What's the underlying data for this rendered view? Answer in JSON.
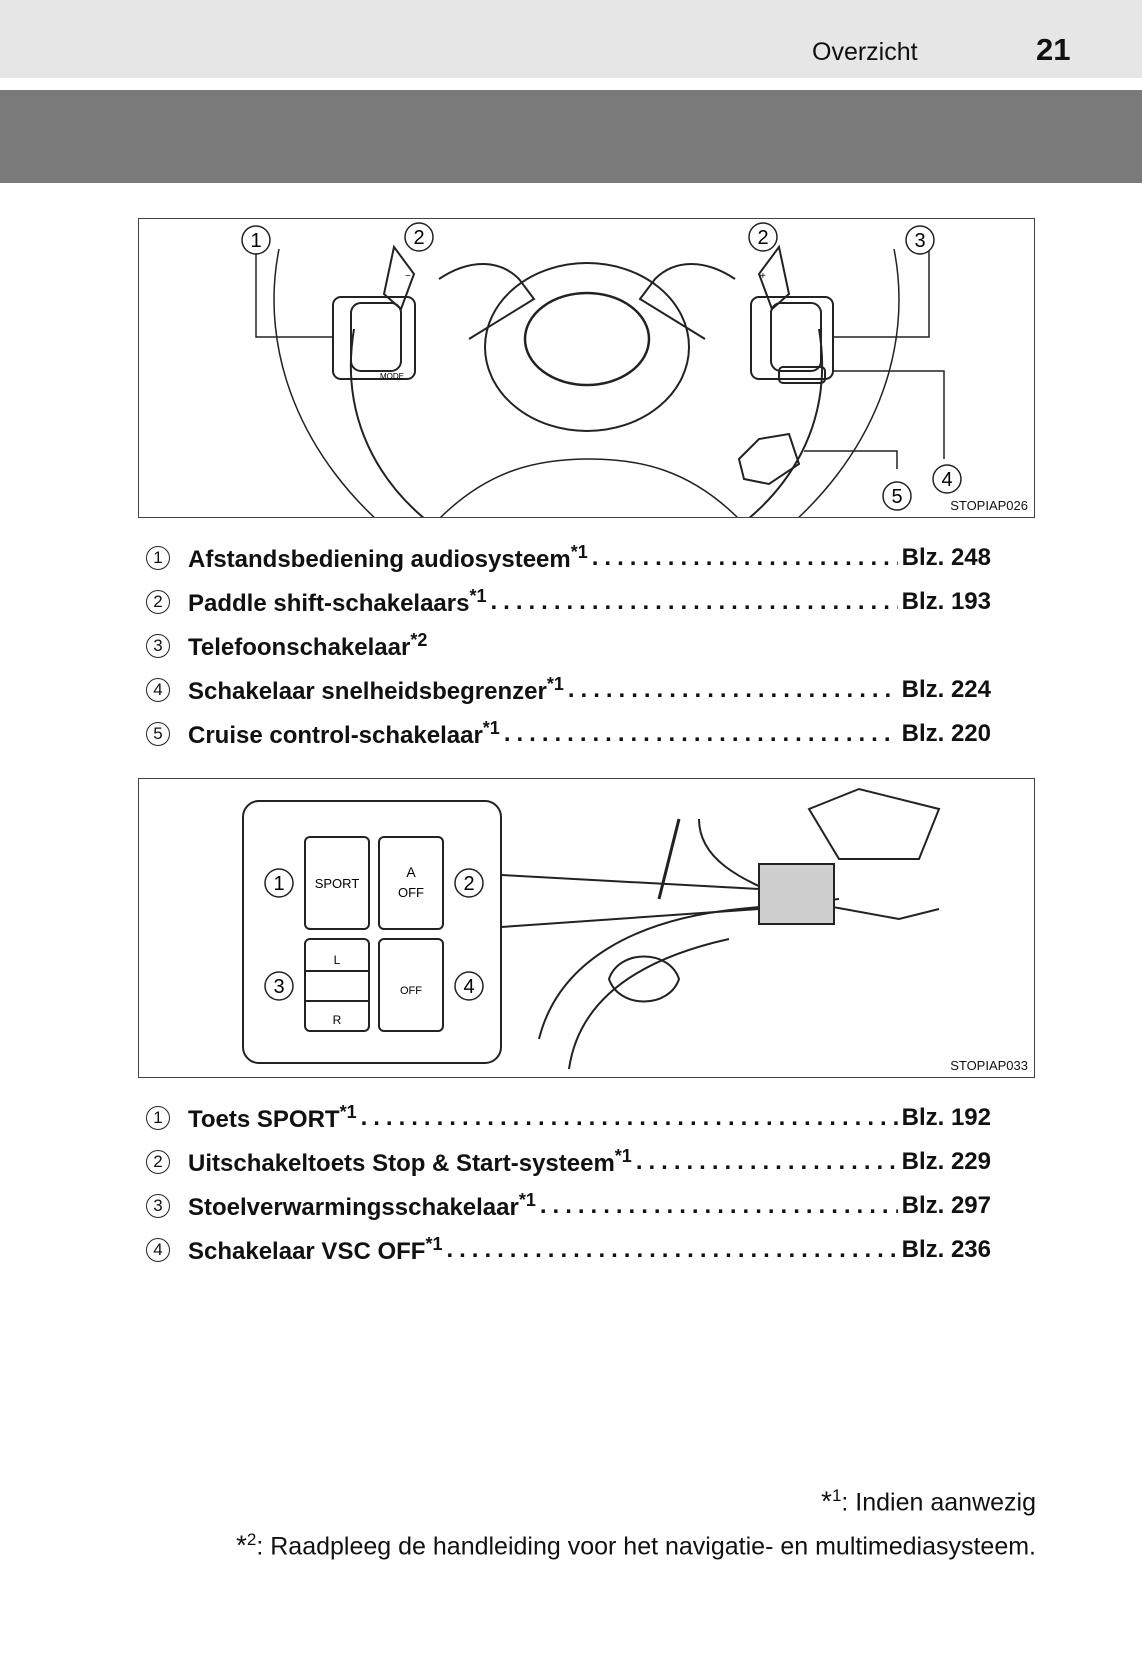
{
  "header": {
    "section": "Overzicht",
    "page_number": "21"
  },
  "figure1": {
    "code": "STOPIAP026",
    "callouts": [
      "1",
      "2",
      "2",
      "3",
      "4",
      "5"
    ],
    "labels": {
      "mode": "MODE",
      "minus": "−",
      "plus": "+"
    }
  },
  "list1": [
    {
      "num": "1",
      "label": "Afstandsbediening audiosysteem",
      "note": "*1",
      "page": "Blz. 248"
    },
    {
      "num": "2",
      "label": "Paddle shift-schakelaars",
      "note": "*1",
      "page": "Blz. 193"
    },
    {
      "num": "3",
      "label": "Telefoonschakelaar",
      "note": "*2",
      "page": ""
    },
    {
      "num": "4",
      "label": "Schakelaar snelheidsbegrenzer",
      "note": "*1",
      "page": "Blz. 224"
    },
    {
      "num": "5",
      "label": "Cruise control-schakelaar",
      "note": "*1",
      "page": "Blz. 220"
    }
  ],
  "figure2": {
    "code": "STOPIAP033",
    "callouts": [
      "1",
      "2",
      "3",
      "4"
    ],
    "labels": {
      "sport": "SPORT",
      "a": "A",
      "off": "OFF",
      "l": "L",
      "r": "R",
      "vsc_off": "OFF"
    }
  },
  "list2": [
    {
      "num": "1",
      "label": "Toets SPORT",
      "note": "*1",
      "page": "Blz. 192"
    },
    {
      "num": "2",
      "label": "Uitschakeltoets Stop & Start-systeem",
      "note": "*1",
      "page": "Blz. 229"
    },
    {
      "num": "3",
      "label": "Stoelverwarmingsschakelaar",
      "note": "*1",
      "page": "Blz. 297"
    },
    {
      "num": "4",
      "label": "Schakelaar VSC OFF",
      "note": "*1",
      "page": "Blz. 236"
    }
  ],
  "footnotes": [
    {
      "mark": "*",
      "sup": "1",
      "text": ": Indien aanwezig"
    },
    {
      "mark": "*",
      "sup": "2",
      "text": ": Raadpleeg de handleiding voor het navigatie- en multimediasysteem."
    }
  ]
}
